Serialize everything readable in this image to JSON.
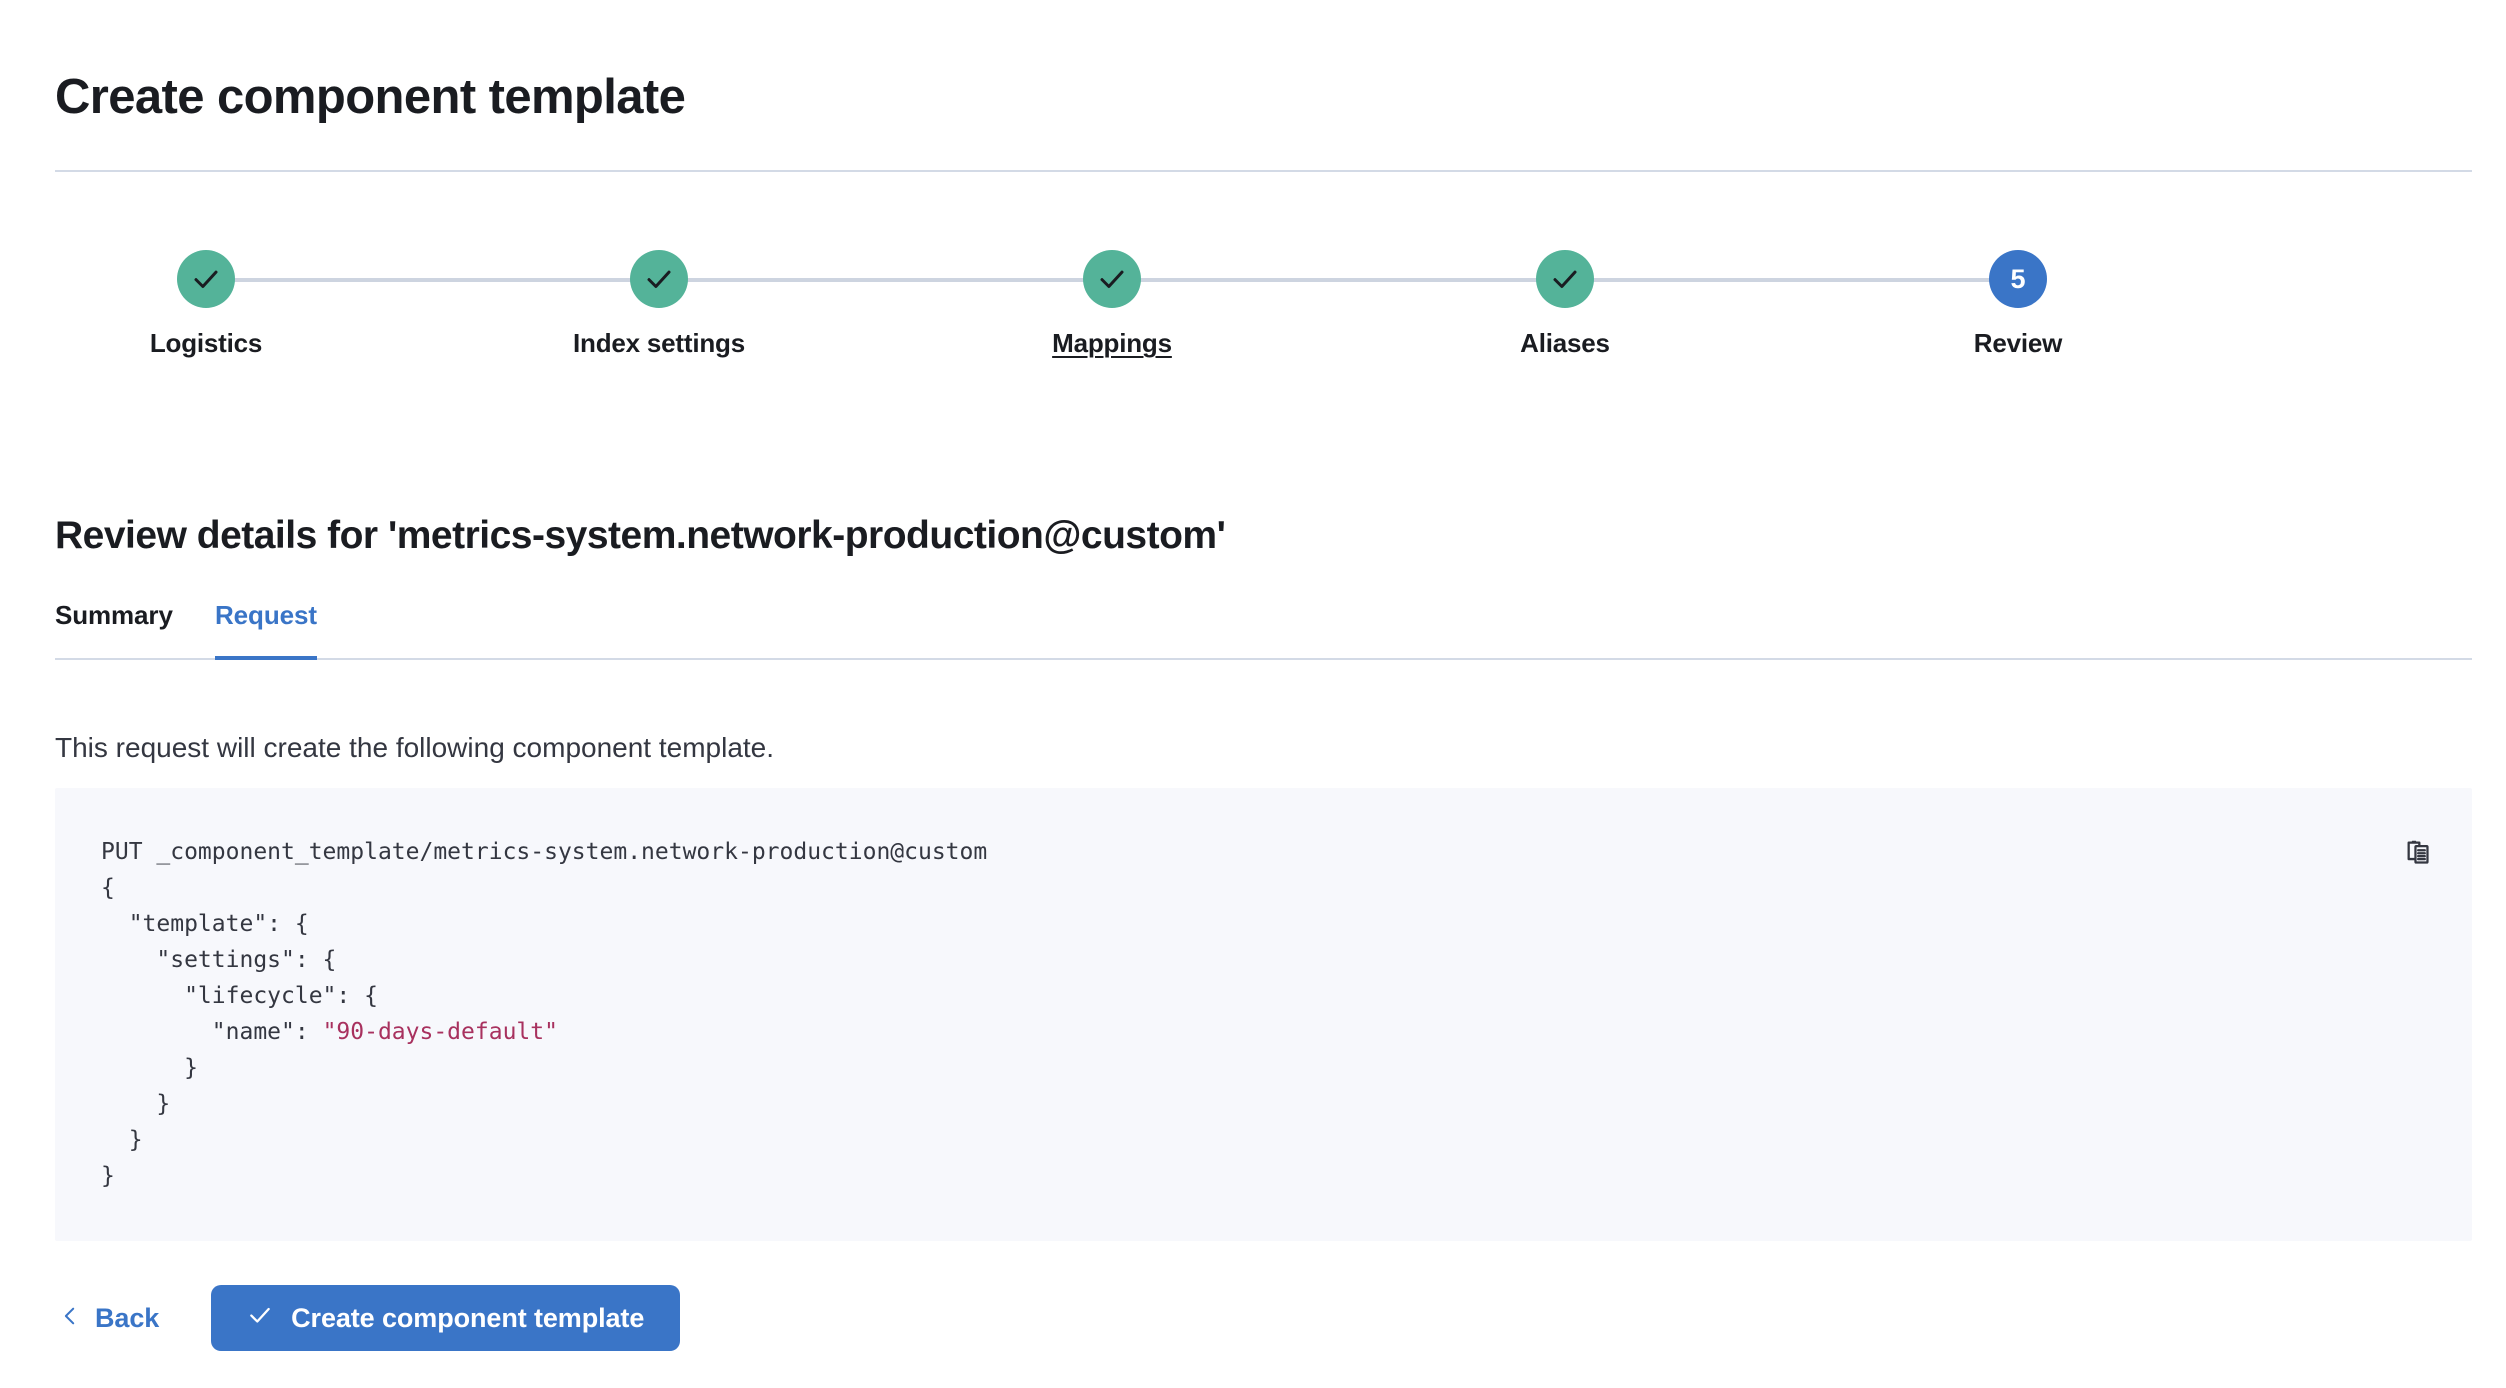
{
  "header": {
    "title": "Create component template"
  },
  "stepper": {
    "steps": [
      {
        "label": "Logistics",
        "state": "complete",
        "icon": "check-icon",
        "number": "1"
      },
      {
        "label": "Index settings",
        "state": "complete",
        "icon": "check-icon",
        "number": "2"
      },
      {
        "label": "Mappings",
        "state": "complete",
        "icon": "check-icon",
        "number": "3",
        "hovered": true
      },
      {
        "label": "Aliases",
        "state": "complete",
        "icon": "check-icon",
        "number": "4"
      },
      {
        "label": "Review",
        "state": "current",
        "icon": "step-number",
        "number": "5"
      }
    ]
  },
  "review": {
    "heading": "Review details for 'metrics-system.network-production@custom'",
    "tabs": [
      {
        "label": "Summary",
        "active": false
      },
      {
        "label": "Request",
        "active": true
      }
    ],
    "description": "This request will create the following component template.",
    "copy_icon": "copy-clipboard-icon",
    "request": {
      "method_line": "PUT _component_template/metrics-system.network-production@custom",
      "lines": [
        "{",
        "  \"template\": {",
        "    \"settings\": {",
        "      \"lifecycle\": {",
        "        \"name\": ",
        "      }",
        "    }",
        "  }",
        "}"
      ],
      "string_value": "\"90-days-default\""
    }
  },
  "footer": {
    "back_label": "Back",
    "back_icon": "chevron-left-icon",
    "submit_label": "Create component template",
    "submit_icon": "check-icon"
  },
  "colors": {
    "complete_step": "#54b399",
    "current_step": "#3a75c7",
    "accent": "#3a75c7",
    "connector": "#cdd4e0",
    "divider": "#d3dae6",
    "code_bg": "#f7f8fc",
    "code_text": "#343741",
    "code_string": "#a8315e",
    "text_primary": "#1a1c21"
  }
}
